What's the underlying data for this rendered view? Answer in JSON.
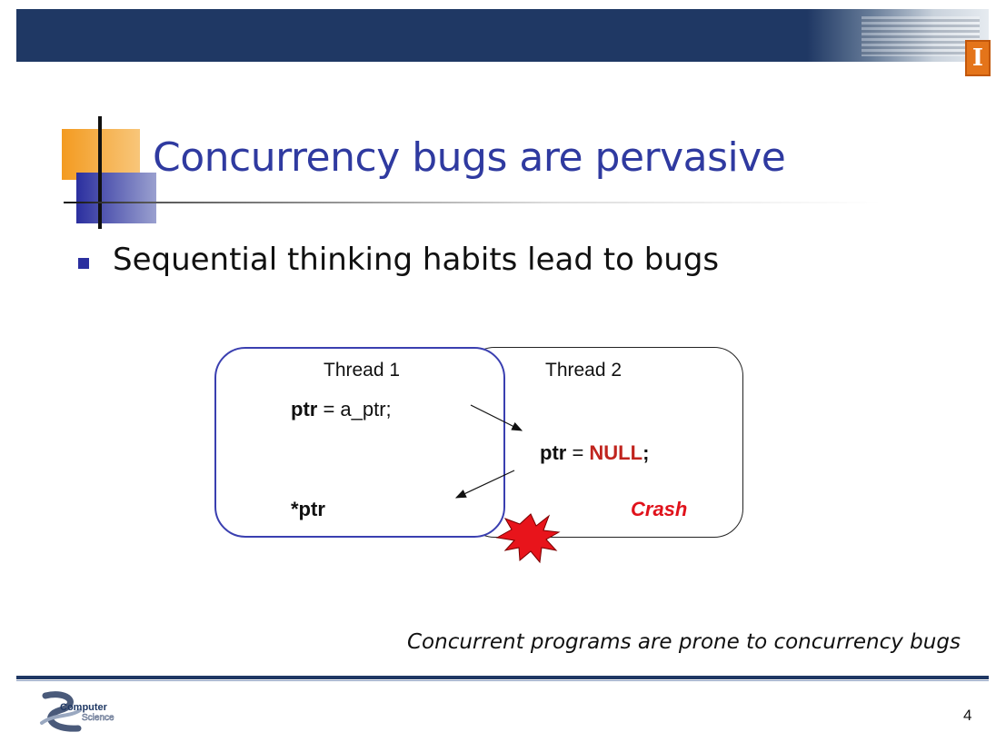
{
  "slide": {
    "title": "Concurrency bugs are pervasive",
    "bullet": "Sequential thinking habits lead to bugs",
    "caption": "Concurrent programs are prone to concurrency bugs",
    "page_number": "4",
    "logo_text_1": "Computer",
    "logo_text_2": "Science",
    "university_mark": "I"
  },
  "diagram": {
    "thread1_label": "Thread 1",
    "thread2_label": "Thread 2",
    "t1_line1_var": "ptr",
    "t1_line1_rest": " = a_ptr;",
    "t2_line1_var": "ptr",
    "t2_line1_eq": " = ",
    "t2_line1_null": "NULL",
    "t2_line1_semi": ";",
    "t1_line2": "*ptr",
    "crash_label": "Crash"
  },
  "colors": {
    "header_bar": "#1f3864",
    "title": "#2f3aa0",
    "thread1_border": "#3a3fb0",
    "null_text": "#c0241e",
    "crash_text": "#e0121b",
    "burst": "#e8141b"
  }
}
